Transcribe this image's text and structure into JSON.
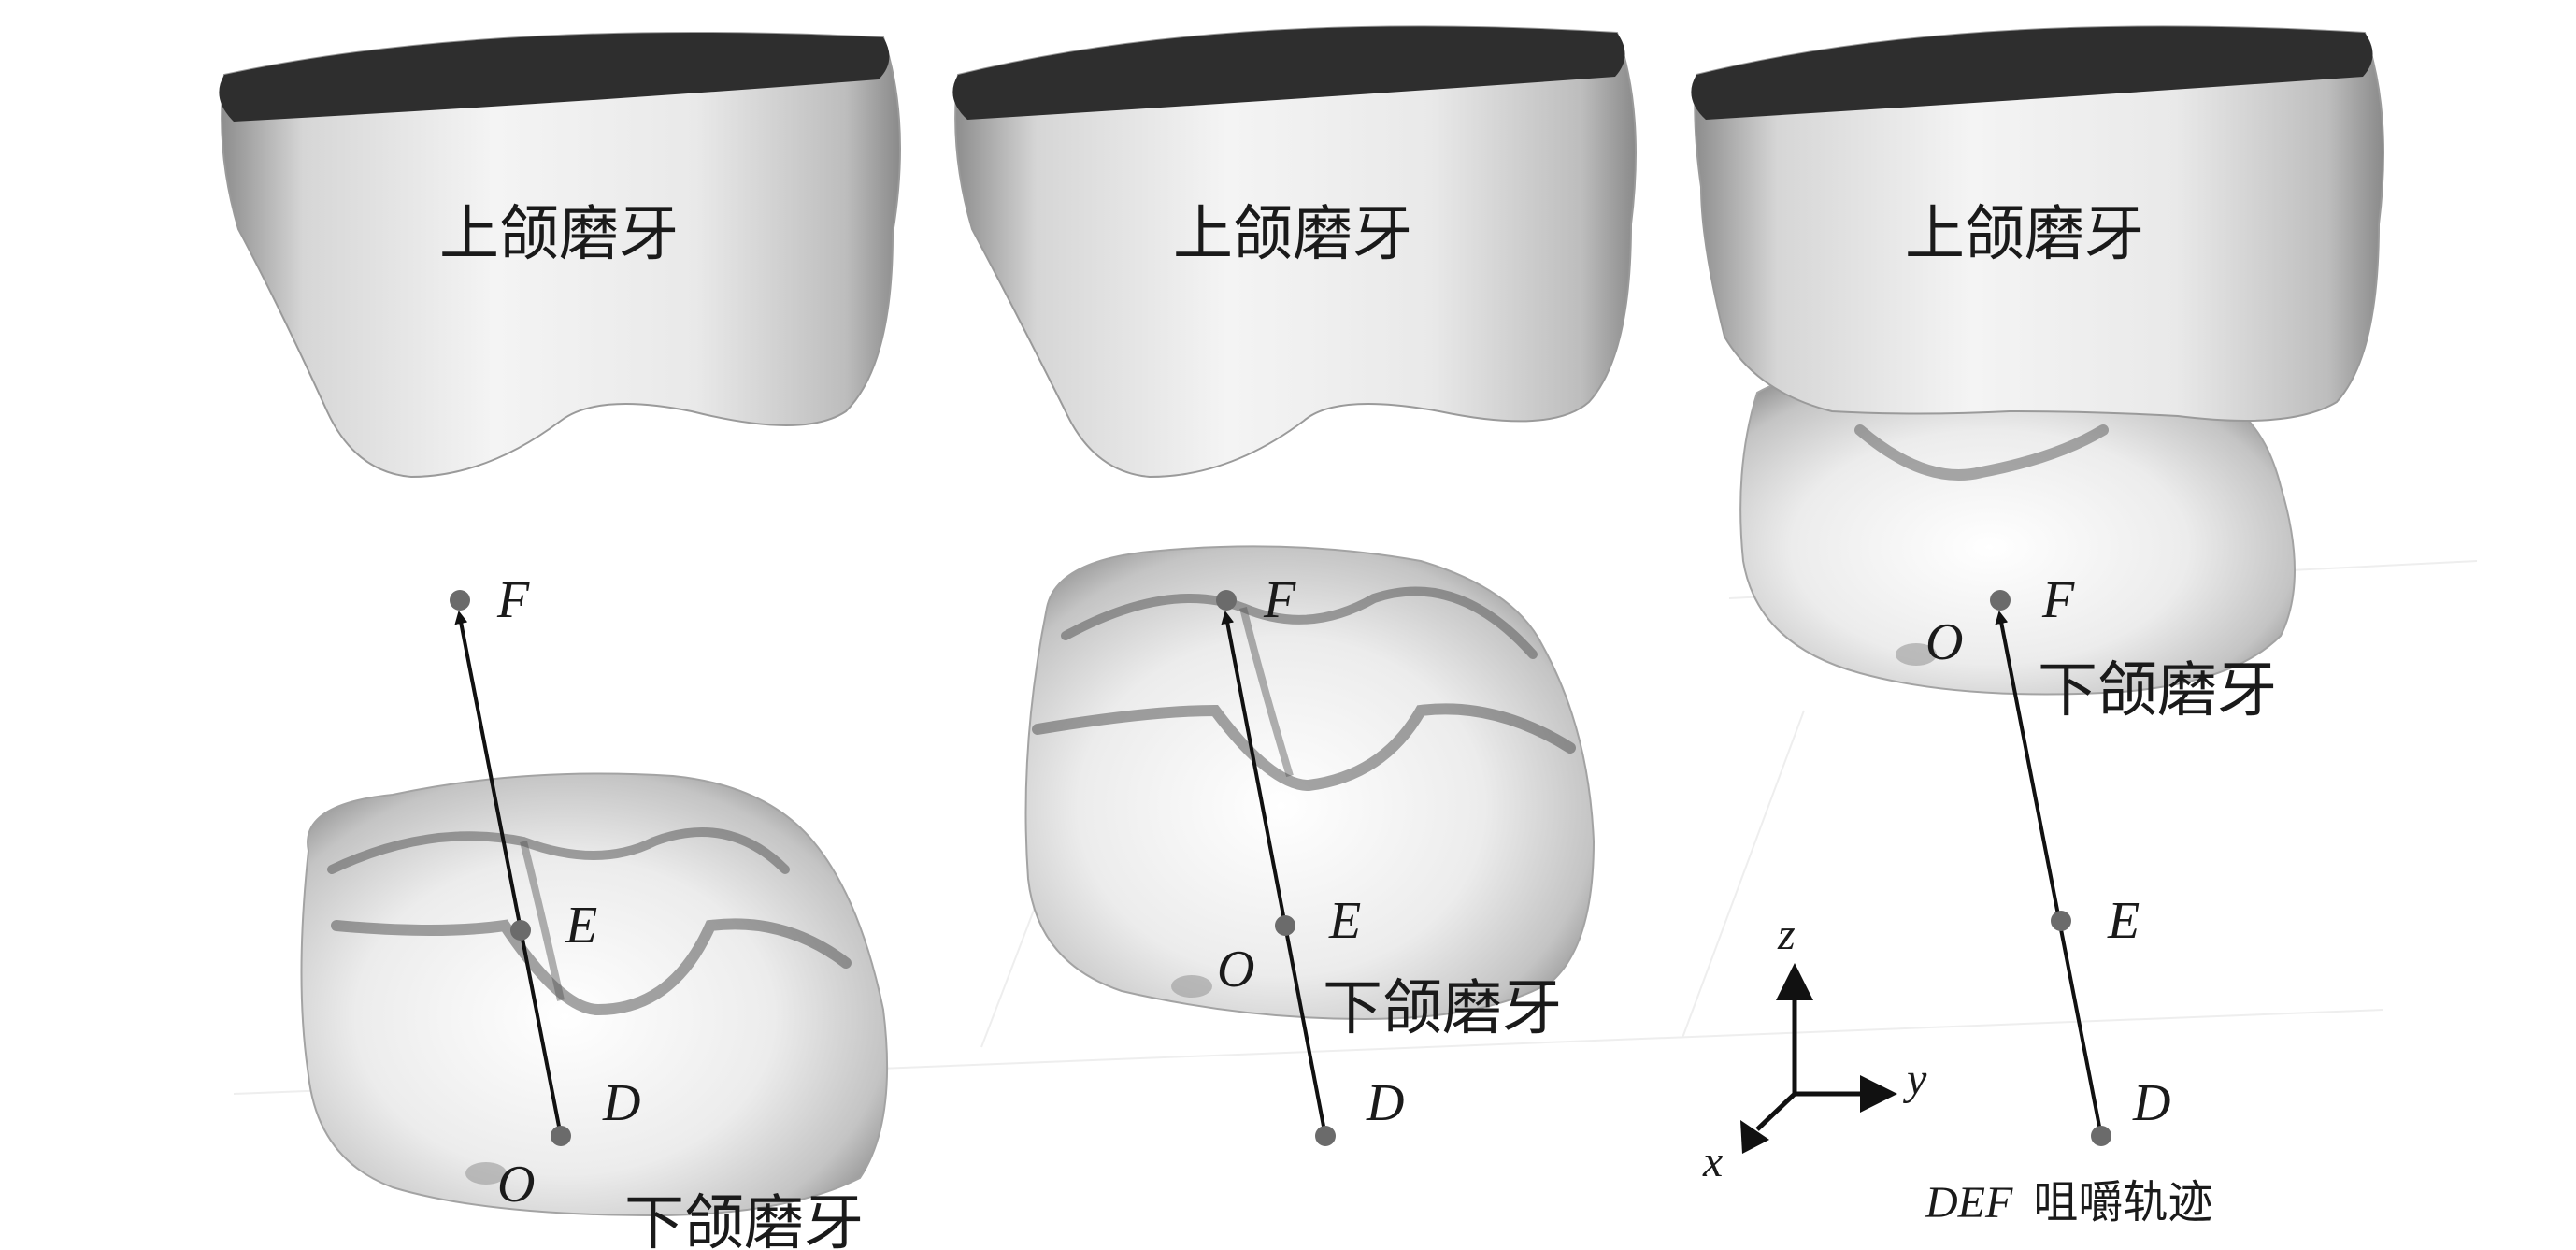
{
  "panels": [
    {
      "upper_label": "上颌磨牙",
      "lower_label": "下颌磨牙",
      "points": {
        "F": "F",
        "E": "E",
        "D": "D",
        "O": "O"
      }
    },
    {
      "upper_label": "上颌磨牙",
      "lower_label": "下颌磨牙",
      "points": {
        "F": "F",
        "E": "E",
        "D": "D",
        "O": "O"
      }
    },
    {
      "upper_label": "上颌磨牙",
      "lower_label": "下颌磨牙",
      "points": {
        "F": "F",
        "E": "E",
        "D": "D",
        "O": "O"
      }
    }
  ],
  "axes": {
    "x": "x",
    "y": "y",
    "z": "z"
  },
  "trajectory_caption": {
    "italic": "DEF",
    "text": "咀嚼轨迹"
  }
}
